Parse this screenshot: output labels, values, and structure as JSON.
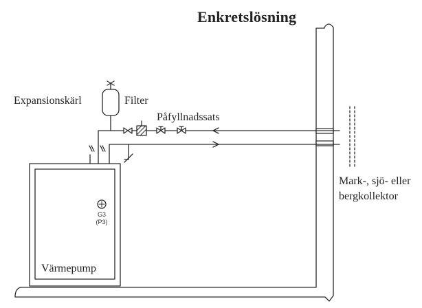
{
  "title": "Enkretslösning",
  "labels": {
    "expansion_tank": "Expansionskärl",
    "filter": "Filter",
    "fill_kit": "Påfyllnadssats",
    "collector_line1": "Mark-, sjö- eller",
    "collector_line2": "bergkollektor",
    "pump_id": "G3",
    "pump_id_alt": "(P3)",
    "heat_pump": "Värmepump"
  },
  "colors": {
    "line": "#2a2a2a",
    "background": "#ffffff"
  },
  "icons": [
    "expansion-tank-icon",
    "filter-icon",
    "valve-icon",
    "circulation-pump-icon",
    "flow-arrow-icon"
  ]
}
